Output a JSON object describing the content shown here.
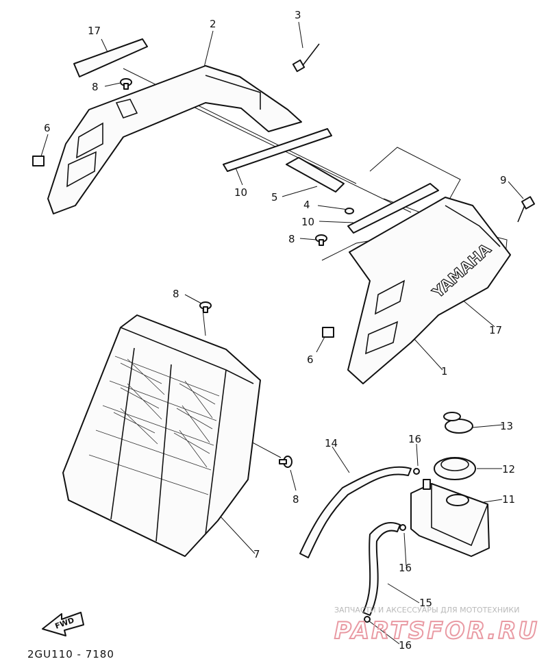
{
  "callouts": [
    {
      "id": "c17a",
      "number": "17"
    },
    {
      "id": "c2",
      "number": "2"
    },
    {
      "id": "c3",
      "number": "3"
    },
    {
      "id": "c8a",
      "number": "8"
    },
    {
      "id": "c6a",
      "number": "6"
    },
    {
      "id": "c10a",
      "number": "10"
    },
    {
      "id": "c5",
      "number": "5"
    },
    {
      "id": "c4",
      "number": "4"
    },
    {
      "id": "c10b",
      "number": "10"
    },
    {
      "id": "c8b",
      "number": "8"
    },
    {
      "id": "c9",
      "number": "9"
    },
    {
      "id": "c8c",
      "number": "8"
    },
    {
      "id": "c17b",
      "number": "17"
    },
    {
      "id": "c6b",
      "number": "6"
    },
    {
      "id": "c1",
      "number": "1"
    },
    {
      "id": "c13",
      "number": "13"
    },
    {
      "id": "c14",
      "number": "14"
    },
    {
      "id": "c16a",
      "number": "16"
    },
    {
      "id": "c12",
      "number": "12"
    },
    {
      "id": "c11",
      "number": "11"
    },
    {
      "id": "c8d",
      "number": "8"
    },
    {
      "id": "c16b",
      "number": "16"
    },
    {
      "id": "c7",
      "number": "7"
    },
    {
      "id": "c15",
      "number": "15"
    },
    {
      "id": "c16c",
      "number": "16"
    }
  ],
  "brand_on_part": "YAMAHA",
  "fwd_label": "FWD",
  "diagram_code": "2GU110 - 7180",
  "watermark": {
    "top_text": "ЗАПЧАСТИ И АКСЕССУАРЫ ДЛЯ МОТОТЕХНИКИ",
    "brand": "PARTSFOR.RU"
  }
}
